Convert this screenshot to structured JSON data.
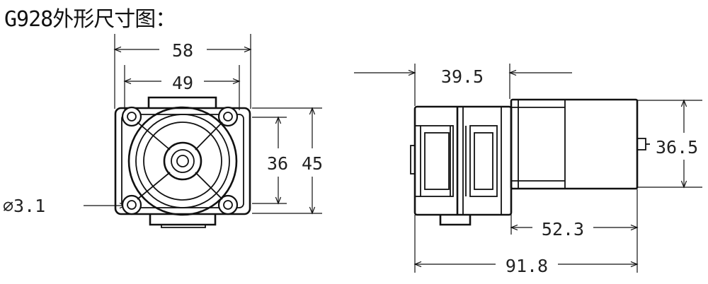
{
  "title": "G928外形尺寸图：",
  "front_view": {
    "dim_width_outer": "58",
    "dim_width_inner": "49",
    "dim_height_inner": "36",
    "dim_height_outer": "45",
    "dim_hole_diameter": "∅3.1"
  },
  "side_view": {
    "dim_pump_length": "39.5",
    "dim_motor_diameter": "36.5",
    "dim_motor_length": "52.3",
    "dim_total_length": "91.8"
  }
}
